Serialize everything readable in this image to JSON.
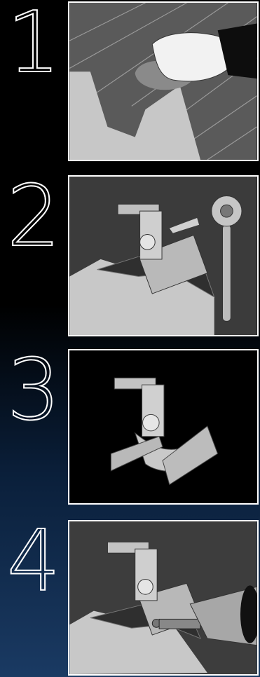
{
  "steps": [
    {
      "number": "1",
      "icon": "cleaning-cloth-hand-icon"
    },
    {
      "number": "2",
      "icon": "bracket-and-wrench-icon"
    },
    {
      "number": "3",
      "icon": "bracket-with-clamp-icon"
    },
    {
      "number": "4",
      "icon": "bracket-with-drill-icon"
    }
  ],
  "colors": {
    "panel_bg": "#555555",
    "roof_fill": "#c8c8c8",
    "border": "#ffffff"
  }
}
